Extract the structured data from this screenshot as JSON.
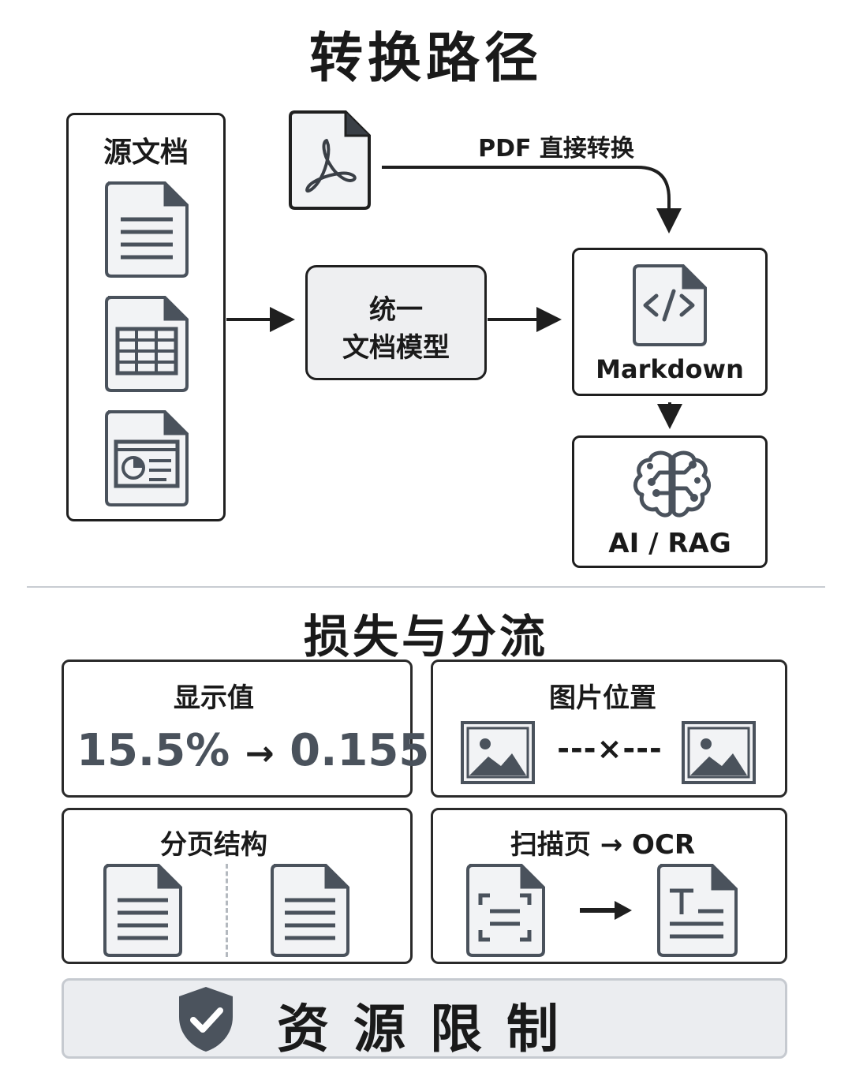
{
  "top": {
    "title": "转换路径",
    "source_label": "源文档",
    "pdf_label": "PDF 直接转换",
    "unified_line1": "统一",
    "unified_line2": "文档模型",
    "markdown_label": "Markdown",
    "ai_label": "AI / RAG"
  },
  "bottom": {
    "title": "损失与分流",
    "display_value": {
      "label": "显示值",
      "from": "15.5%",
      "arrow": "→",
      "to": "0.155"
    },
    "image_position": {
      "label": "图片位置",
      "connector": "---×---"
    },
    "pagination": {
      "label": "分页结构"
    },
    "scan": {
      "label": "扫描页 → OCR"
    },
    "resource": {
      "label": "资 源 限 制"
    }
  },
  "colors": {
    "stroke": "#1f1f1f",
    "icon": "#4a525c",
    "model_fill": "#eeeff1",
    "banner_fill": "#ebedf0",
    "shield": "#4b535d",
    "divider": "#c8ccd2"
  }
}
